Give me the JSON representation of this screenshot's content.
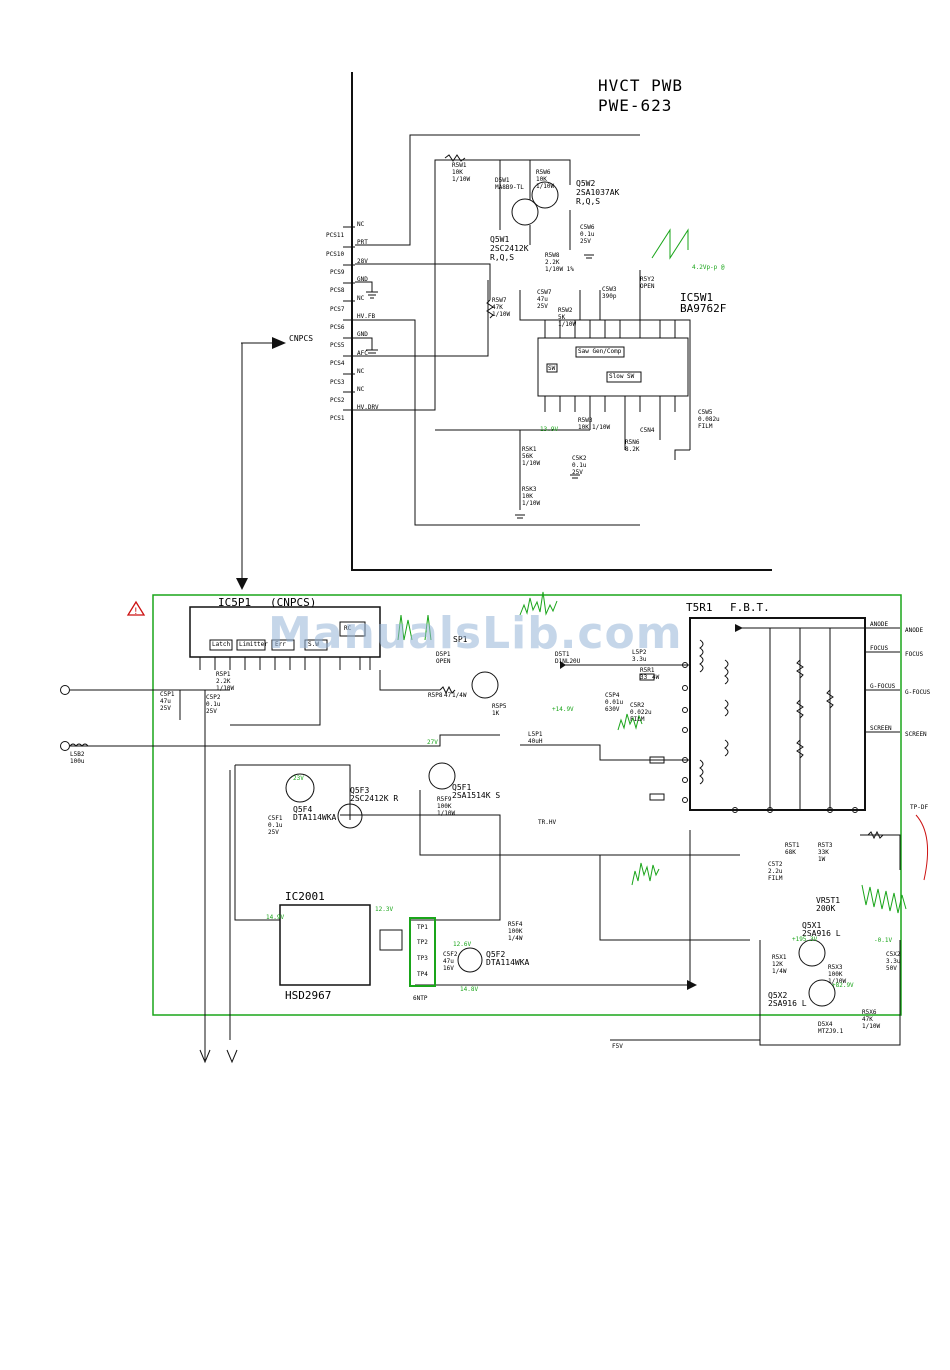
{
  "header": {
    "board_title": "HVCT PWB",
    "board_code": "PWE-623"
  },
  "watermark": "ManualsLib.com",
  "connector": {
    "label": "CNPCS",
    "pins": [
      "PCS11",
      "PCS10",
      "PCS9",
      "PCS8",
      "PCS7",
      "PCS6",
      "PCS5",
      "PCS4",
      "PCS3",
      "PCS2",
      "PCS1"
    ],
    "signals": [
      "NC",
      "PRT",
      "28V",
      "GND",
      "NC",
      "HV.FB",
      "GND",
      "AFC",
      "NC",
      "NC",
      "HV.DRV"
    ]
  },
  "upper": {
    "ic": {
      "ref": "IC5W1",
      "part": "BA9762F",
      "blocks": [
        "SW",
        "Saw Gen/Comp",
        "Slow SW"
      ]
    },
    "q2": {
      "ref": "Q5W2",
      "part": "2SA1037AK",
      "grade": "R,Q,S"
    },
    "q1": {
      "ref": "Q5W1",
      "part": "2SC2412K",
      "grade": "R,Q,S"
    },
    "diode": {
      "ref": "D5W1",
      "part": "MA8B9-TL"
    },
    "waveform": "4.2Vp-p @",
    "components": [
      {
        "ref": "R5W1",
        "val": "10K",
        "rating": "1/10W"
      },
      {
        "ref": "R5W6",
        "val": "10K",
        "rating": "1/10W"
      },
      {
        "ref": "R5W7",
        "val": "47K",
        "rating": "1/10W"
      },
      {
        "ref": "C5W6",
        "val": "0.1u",
        "rating": "25V"
      },
      {
        "ref": "R5W8",
        "val": "2.2K",
        "rating": "1/10W 1%"
      },
      {
        "ref": "C5W7",
        "val": "47u",
        "rating": "25V"
      },
      {
        "ref": "R5W2",
        "val": "5K",
        "rating": "1/10W"
      },
      {
        "ref": "C5W3",
        "val": "390p",
        "rating": ""
      },
      {
        "ref": "R5Y2",
        "val": "OPEN",
        "rating": ""
      },
      {
        "ref": "C5W5",
        "val": "0.082u",
        "rating": "FILM"
      },
      {
        "ref": "R5W3",
        "val": "10K",
        "rating": "1/10W"
      },
      {
        "ref": "R5K1",
        "val": "56K",
        "rating": "1/10W"
      },
      {
        "ref": "C5K2",
        "val": "0.1u",
        "rating": "25V"
      },
      {
        "ref": "C5N4",
        "val": "",
        "rating": ""
      },
      {
        "ref": "R5N6",
        "val": "8.2K",
        "rating": ""
      },
      {
        "ref": "R5K3",
        "val": "10K",
        "rating": "1/10W"
      }
    ]
  },
  "lower": {
    "ic1": {
      "ref": "IC5P1",
      "name": "(CNPCS)",
      "blocks": [
        "Latch",
        "Limitter",
        "Err",
        "S.W",
        "RC"
      ]
    },
    "ic2": {
      "ref": "IC2001",
      "part": "HSD2967",
      "blocks": [
        "TP1",
        "TP2",
        "TP3",
        "TP4"
      ],
      "foot": "6NTP"
    },
    "fbt": {
      "ref": "T5R1",
      "name": "F.B.T.",
      "outputs": [
        "ANODE",
        "FOCUS",
        "G-FOCUS",
        "SCREEN"
      ]
    },
    "transistors": [
      {
        "ref": "Q5F3",
        "part": "2SC2412K R"
      },
      {
        "ref": "Q5F4",
        "part": "DTA114WKA"
      },
      {
        "ref": "Q5F1",
        "part": "2SA1514K S"
      },
      {
        "ref": "Q5F2",
        "part": "DTA114WKA"
      },
      {
        "ref": "Q5X1",
        "part": "2SA916 L"
      },
      {
        "ref": "Q5X2",
        "part": "2SA916 L"
      }
    ],
    "labels": [
      "SP1",
      "VR5T1",
      "200K",
      "TP-DF",
      "L5B2",
      "100u",
      "F5V",
      "TR.HV",
      "6NTP"
    ],
    "components": [
      {
        "ref": "C5P1",
        "val": "47u",
        "rating": "25V"
      },
      {
        "ref": "R5P1",
        "val": "2.2K",
        "rating": "1/10W"
      },
      {
        "ref": "C5P2",
        "val": "0.1u",
        "rating": "25V"
      },
      {
        "ref": "R5P8",
        "val": "47",
        "rating": "1/4W"
      },
      {
        "ref": "D5P1",
        "val": "OPEN",
        "rating": ""
      },
      {
        "ref": "R5P5",
        "val": "1K",
        "rating": ""
      },
      {
        "ref": "L5P1",
        "val": "40uH",
        "rating": ""
      },
      {
        "ref": "C5P4",
        "val": "0.01u",
        "rating": "630V"
      },
      {
        "ref": "L5P2",
        "val": "3.3u",
        "rating": ""
      },
      {
        "ref": "R5R1",
        "val": "33",
        "rating": "4W"
      },
      {
        "ref": "C5R2",
        "val": "0.022u",
        "rating": "FILM"
      },
      {
        "ref": "D5T1",
        "val": "D1NL20U",
        "rating": ""
      },
      {
        "ref": "C5T2",
        "val": "2.2u",
        "rating": "FILM"
      },
      {
        "ref": "R5T1",
        "val": "68K",
        "rating": ""
      },
      {
        "ref": "R5T3",
        "val": "33K",
        "rating": "1W"
      },
      {
        "ref": "R5X1",
        "val": "12K",
        "rating": "1/4W"
      },
      {
        "ref": "R5X3",
        "val": "100K",
        "rating": "1/10W"
      },
      {
        "ref": "C5X2",
        "val": "3.3u",
        "rating": "50V"
      },
      {
        "ref": "R5X6",
        "val": "47K",
        "rating": "1/10W"
      },
      {
        "ref": "D5X4",
        "val": "MTZJ9.1",
        "rating": ""
      },
      {
        "ref": "R5F4",
        "val": "100K",
        "rating": "1/4W"
      },
      {
        "ref": "C5F2",
        "val": "47u",
        "rating": "16V"
      },
      {
        "ref": "C5F1",
        "val": "0.1u",
        "rating": "25V"
      },
      {
        "ref": "R5F9",
        "val": "100K",
        "rating": "1/10W"
      }
    ],
    "voltages": [
      "14.9V",
      "12.3V",
      "12.6V",
      "23V",
      "27V",
      "+195.3V",
      "+82.9V",
      "-0.1V",
      "13.9V",
      "+14.9V",
      "14.8V"
    ]
  },
  "colors": {
    "line": "#111111",
    "green": "#1aa51a",
    "warn": "#cc1111",
    "watermark": "#96b4d7"
  }
}
